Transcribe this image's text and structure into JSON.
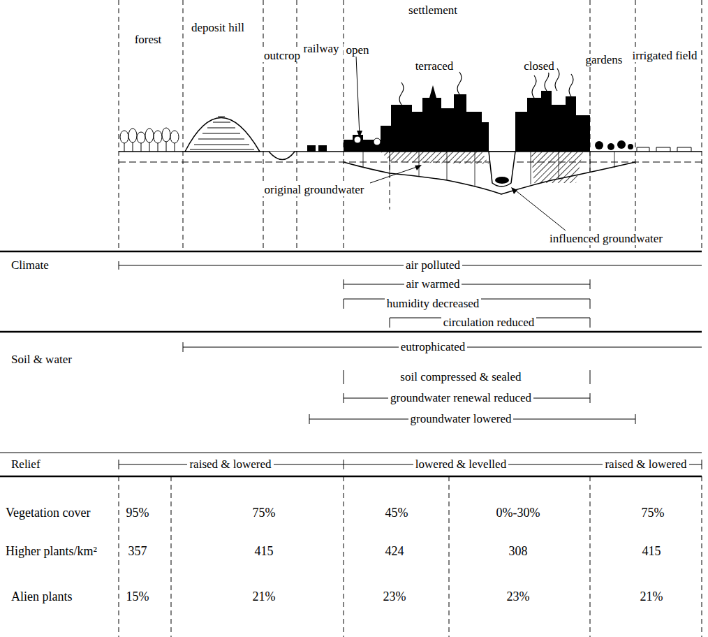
{
  "diagram": {
    "labels": [
      "settlement",
      "forest",
      "deposit hill",
      "outcrop",
      "railway",
      "open",
      "terraced",
      "closed",
      "gardens",
      "irrigated field",
      "original groundwater",
      "influenced groundwater",
      "Climate",
      "air polluted",
      "air warmed",
      "humidity decreased",
      "circulation reduced",
      "Soil & water",
      "eutrophicated",
      "soil compressed & sealed",
      "groundwater renewal reduced",
      "groundwater lowered",
      "Relief",
      "raised & lowered",
      "lowered & levelled",
      "raised & lowered",
      "Vegetation cover",
      "95%",
      "75%",
      "45%",
      "0%-30%",
      "75%",
      "Higher plants/km²",
      "357",
      "415",
      "424",
      "308",
      "415",
      "Alien plants",
      "15%",
      "21%",
      "23%",
      "23%",
      "21%"
    ]
  }
}
